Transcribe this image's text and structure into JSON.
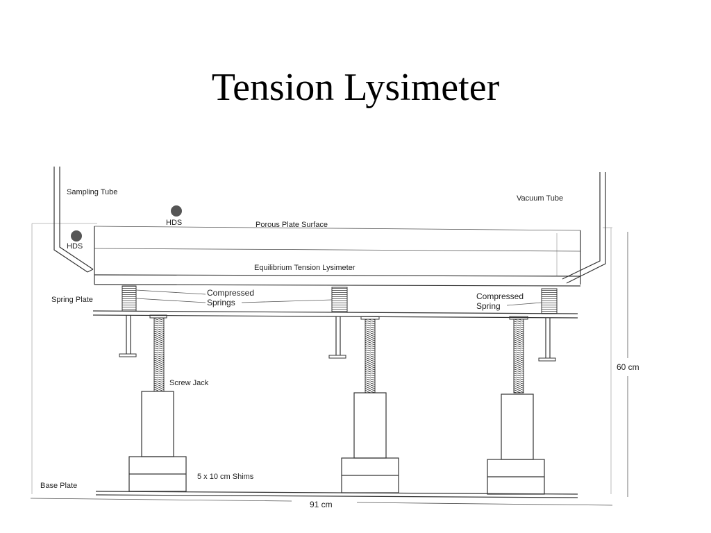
{
  "slide": {
    "title": "Tension Lysimeter"
  },
  "diagram": {
    "labels": {
      "sampling_tube": "Sampling Tube",
      "vacuum_tube": "Vacuum Tube",
      "hds_top": "HDS",
      "hds_left": "HDS",
      "porous_plate_surface": "Porous Plate Surface",
      "equilibrium_tension_lysimeter": "Equilibrium Tension Lysimeter",
      "spring_plate": "Spring Plate",
      "compressed_springs_line1": "Compressed",
      "compressed_springs_line2": "Springs",
      "compressed_spring_line1": "Compressed",
      "compressed_spring_line2": "Spring",
      "screw_jack": "Screw Jack",
      "shims": "5 x 10 cm Shims",
      "base_plate": "Base Plate",
      "height_dim": "60 cm",
      "width_dim": "91 cm"
    }
  }
}
